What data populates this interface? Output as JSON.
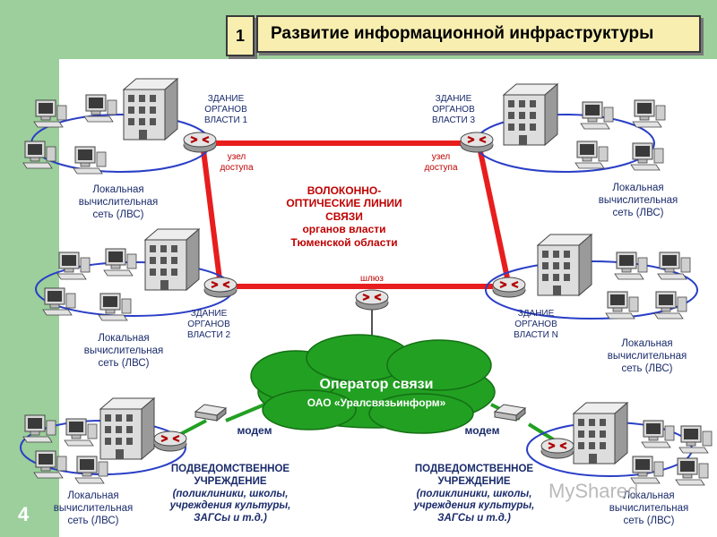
{
  "slide": {
    "number": "4"
  },
  "header": {
    "number": "1",
    "title": "Развитие информационной инфраструктуры"
  },
  "buildings": {
    "b1": [
      "ЗДАНИЕ",
      "ОРГАНОВ",
      "ВЛАСТИ 1"
    ],
    "b2": [
      "ЗДАНИЕ",
      "ОРГАНОВ",
      "ВЛАСТИ 2"
    ],
    "b3": [
      "ЗДАНИЕ",
      "ОРГАНОВ",
      "ВЛАСТИ 3"
    ],
    "bn": [
      "ЗДАНИЕ",
      "ОРГАНОВ",
      "ВЛАСТИ N"
    ]
  },
  "nodes": {
    "access": [
      "узел",
      "доступа"
    ],
    "gateway": "шлюз"
  },
  "lan": [
    "Локальная",
    "вычислительная",
    "сеть (ЛВС)"
  ],
  "fiber": {
    "line1": "ВОЛОКОННО-",
    "line2": "ОПТИЧЕСКИЕ ЛИНИИ",
    "line3": "СВЯЗИ",
    "line4": "органов власти",
    "line5": "Тюменской области"
  },
  "operator": {
    "name": "Оператор связи",
    "company": "ОАО «Уралсвязьинформ»"
  },
  "modem": "модем",
  "subordinate": {
    "title1": "ПОДВЕДОМСТВЕННОЕ",
    "title2": "УЧРЕЖДЕНИЕ",
    "desc1": "(поликлиники, школы,",
    "desc2": "учреждения культуры,",
    "desc3": "ЗАГСы и т.д.)"
  },
  "watermark": "MyShared",
  "colors": {
    "band": "#9ccf9c",
    "fiber": "#e81d1d",
    "lan_ring": "#2a3fc6",
    "cloud": "#22a022",
    "title_box": "#f7eeb0"
  }
}
